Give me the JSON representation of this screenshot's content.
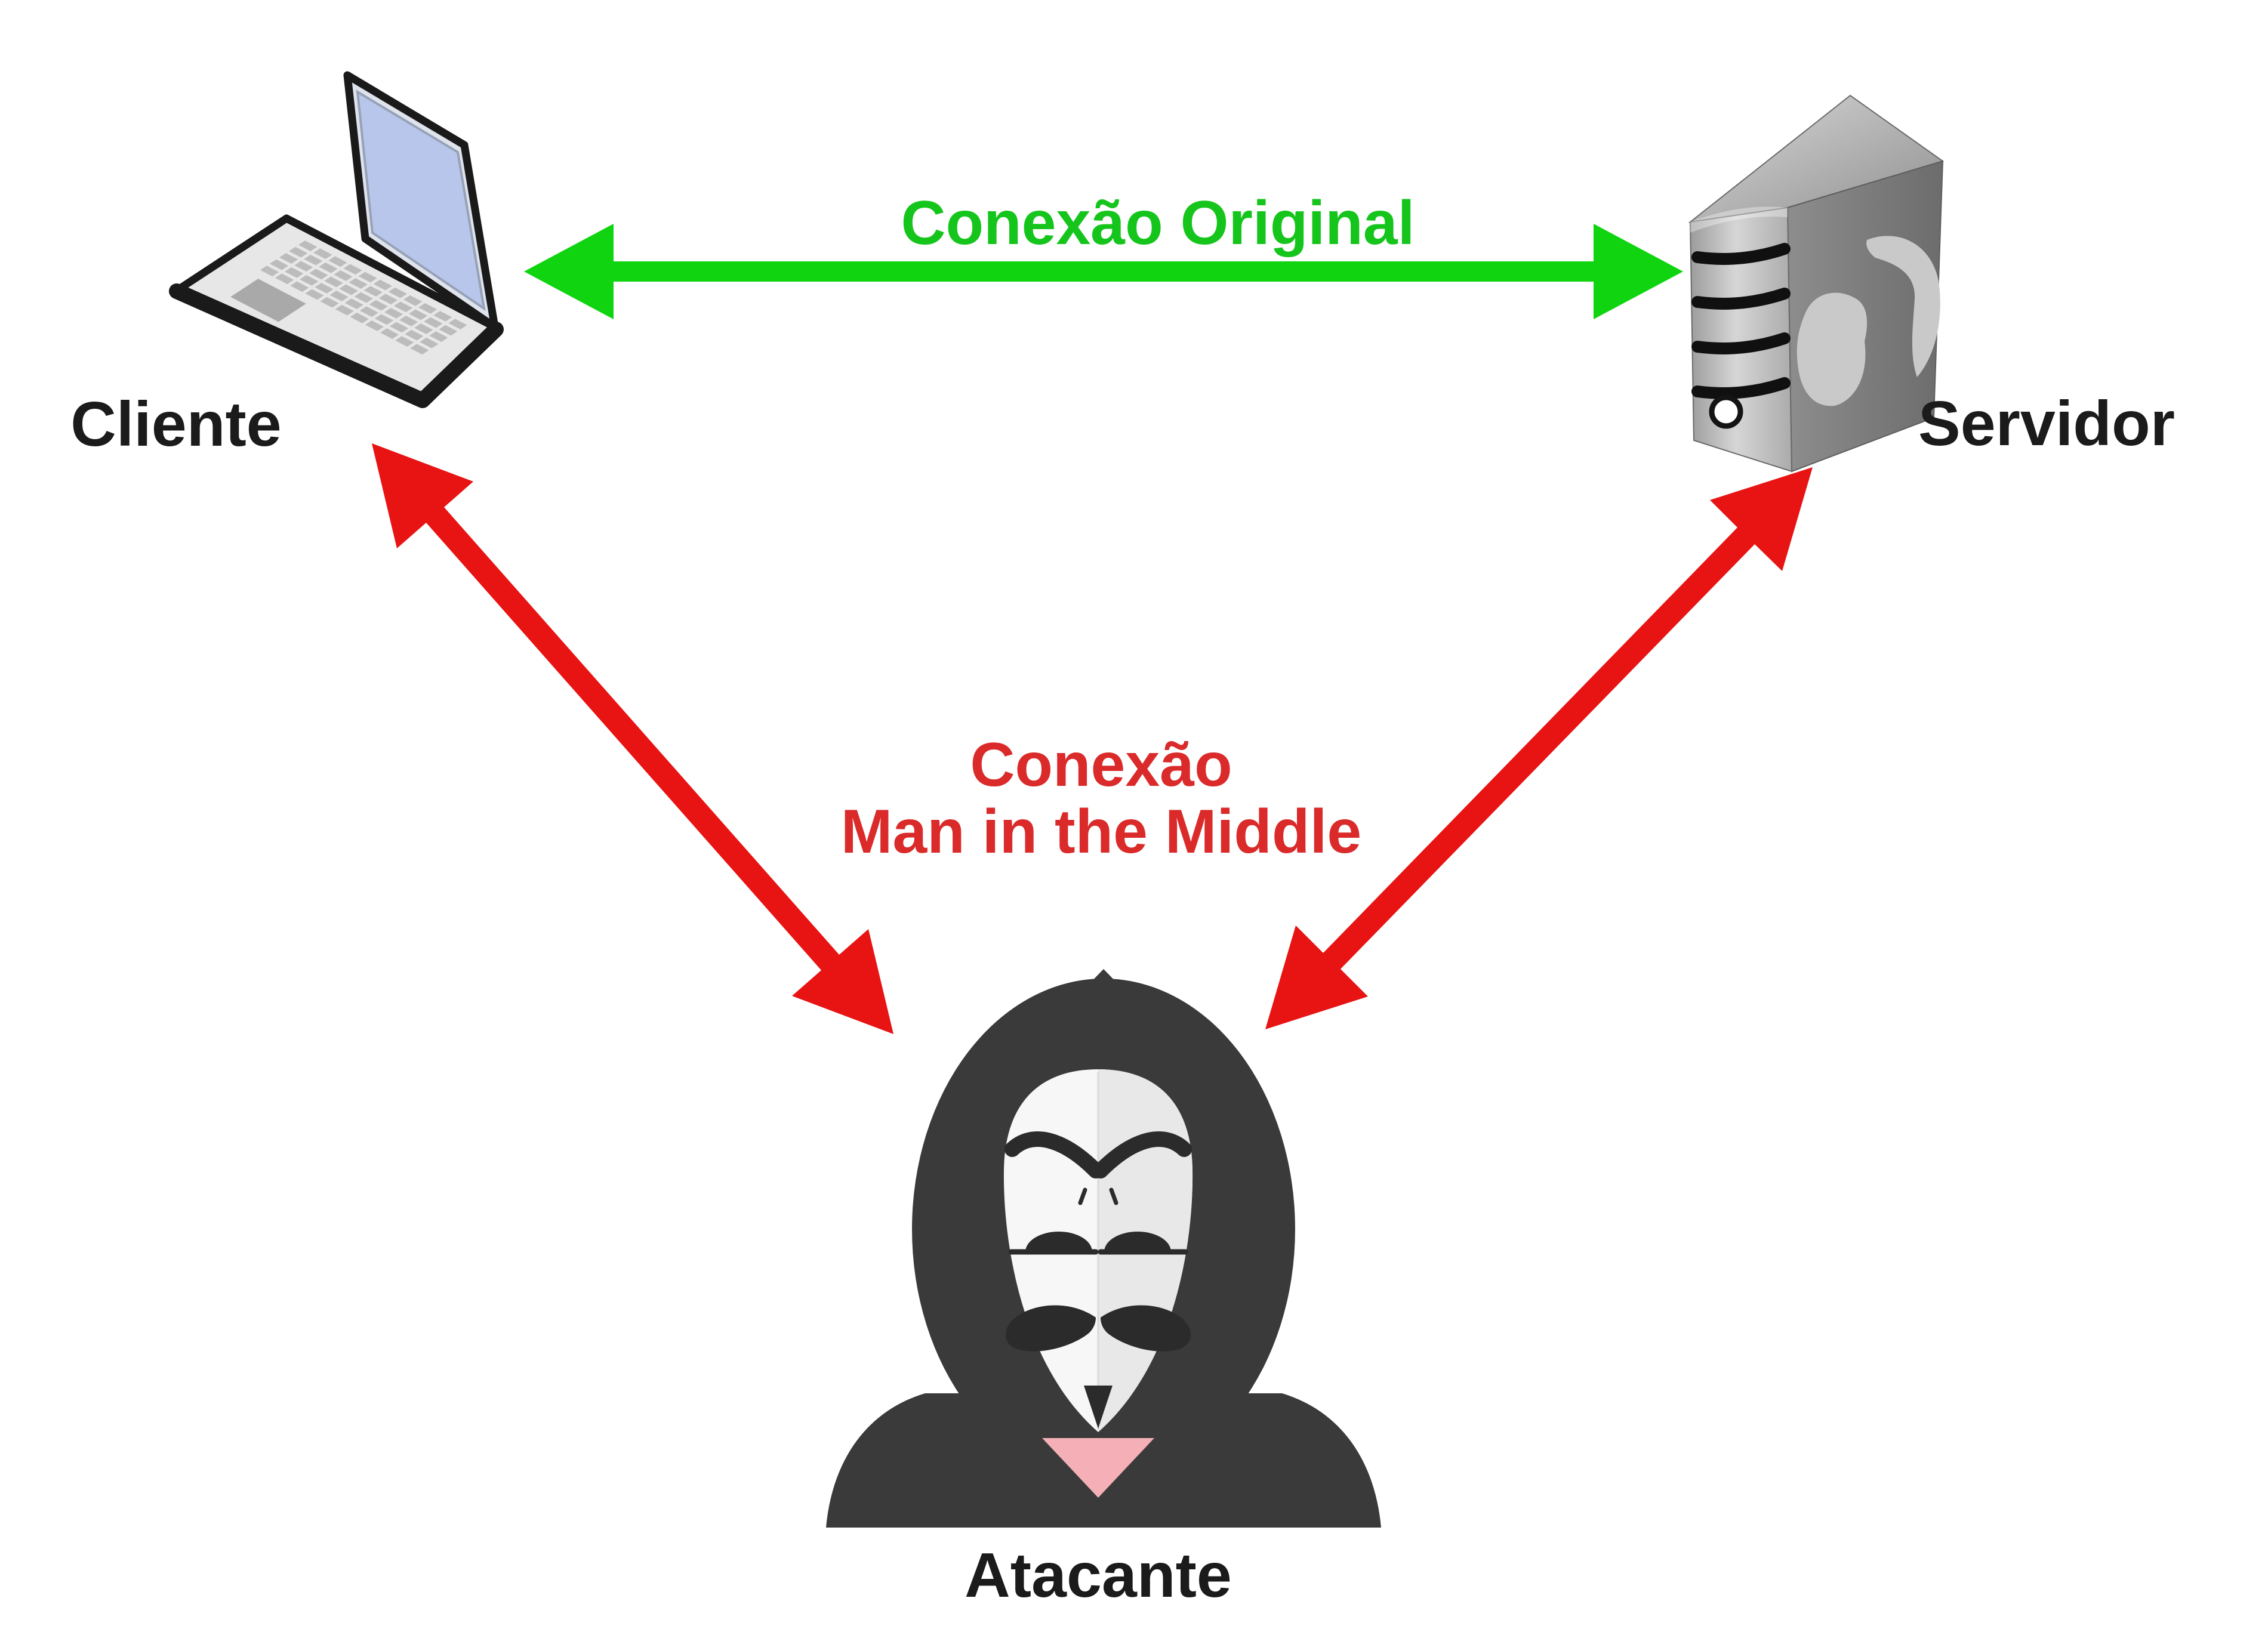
{
  "diagram": {
    "type": "network-attack-diagram",
    "topic": "Man in the Middle attack",
    "language": "pt-BR"
  },
  "labels": {
    "client": "Cliente",
    "server": "Servidor",
    "attacker": "Atacante",
    "original_connection": "Conexão Original",
    "mitm_line1": "Conexão",
    "mitm_line2": "Man in the Middle"
  },
  "colors": {
    "background": "#ffffff",
    "node_label_text": "#1b1b1b",
    "original_connection_text": "#15c51c",
    "original_connection_arrow": "#0fd40f",
    "mitm_connection_text": "#da2a2a",
    "mitm_connection_arrow": "#e81313",
    "hood": "#3a3a3a",
    "mask_light": "#f7f7f7",
    "mask_shade": "#e8e8e8",
    "mask_features": "#2b2b2b",
    "neck_pink": "#f4b0b6",
    "laptop_screen_blue": "#b7c6ea",
    "server_gray": "#7f7f7f"
  },
  "nodes": [
    {
      "id": "client",
      "label": "Cliente",
      "icon": "laptop-icon",
      "position": "top-left"
    },
    {
      "id": "server",
      "label": "Servidor",
      "icon": "server-icon",
      "position": "top-right"
    },
    {
      "id": "attacker",
      "label": "Atacante",
      "icon": "hacker-icon",
      "position": "bottom-center"
    }
  ],
  "connections": [
    {
      "from": "client",
      "to": "server",
      "label": "Conexão Original",
      "style": "double-arrow",
      "color": "#0fd40f"
    },
    {
      "from": "attacker",
      "to": "client",
      "label": "Conexão Man in the Middle",
      "style": "double-arrow",
      "color": "#e81313"
    },
    {
      "from": "attacker",
      "to": "server",
      "label": "Conexão Man in the Middle",
      "style": "double-arrow",
      "color": "#e81313"
    }
  ]
}
